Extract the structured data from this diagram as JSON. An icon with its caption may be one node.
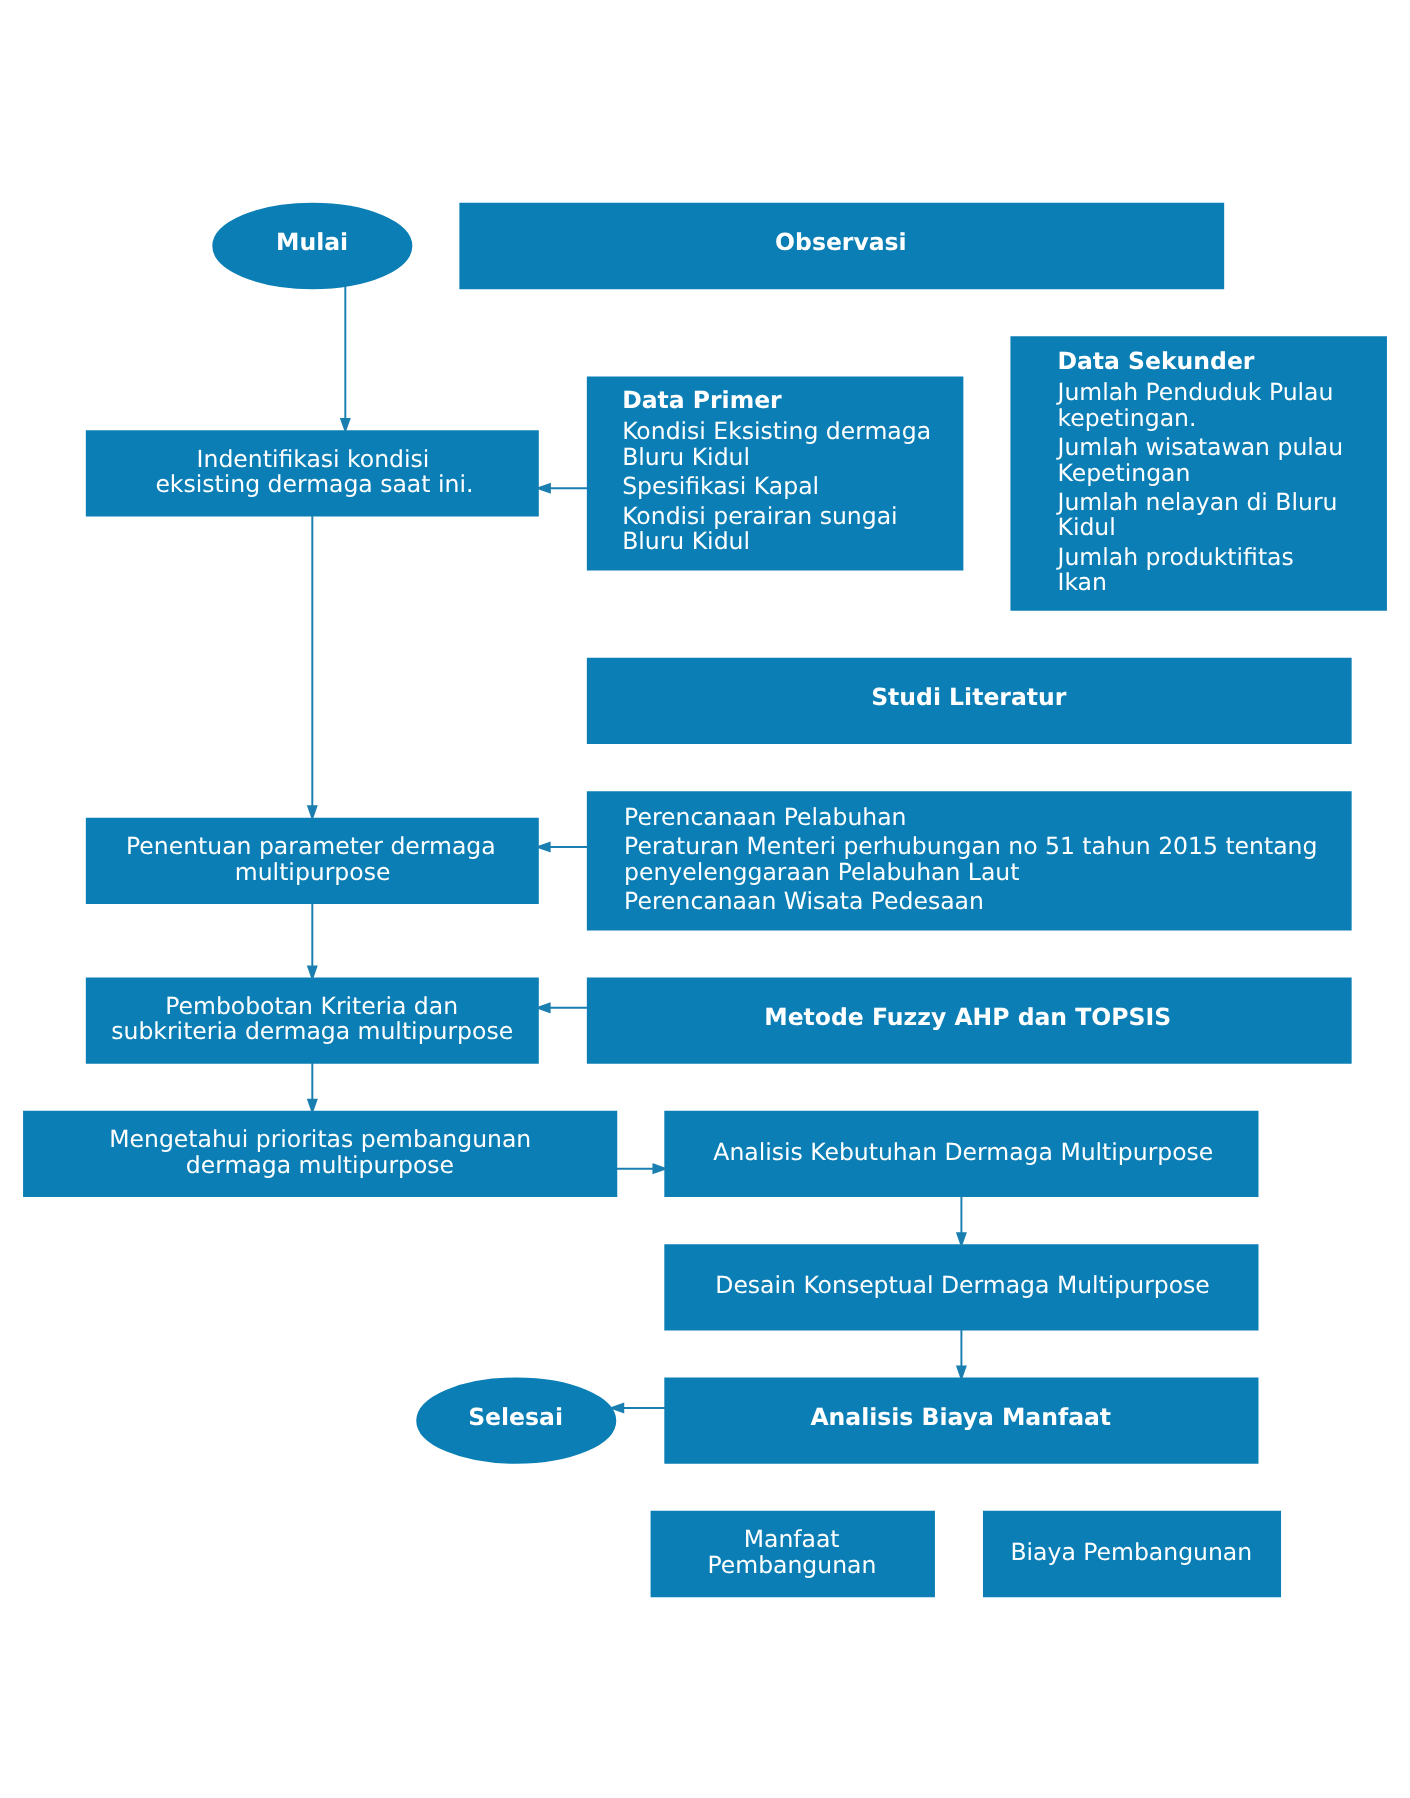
{
  "diagram": {
    "nodes": [
      {
        "text": [
          "Mulai"
        ]
      },
      {
        "text": [
          "Indentifikasi kondisi eksisting dermaga saat ini."
        ]
      },
      {
        "text": [
          "Observasi"
        ]
      },
      {
        "text": [
          "Data Primer",
          "Kondisi Eksisting dermaga Bluru Kidul",
          "Spesifikasi Kapal",
          "Kondisi perairan sungai Bluru Kidul"
        ]
      },
      {
        "text": [
          "Data Sekunder",
          "Jumlah Penduduk Pulau kepetingan.",
          "Jumlah wisatawan pulau Kepetingan",
          "Jumlah nelayan di Bluru Kidul",
          "Jumlah produktifitas Ikan"
        ]
      },
      {
        "text": [
          "Studi Literatur"
        ]
      },
      {
        "text": [
          "Perencanaan Pelabuhan",
          "Peraturan Menteri perhubungan no 51 tahun 2015 tentang penyelenggaraan Pelabuhan Laut",
          "Perencanaan Wisata Pedesaan"
        ]
      },
      {
        "text": [
          "Penentuan parameter dermaga multipurpose"
        ]
      },
      {
        "text": [
          "Metode Fuzzy AHP dan TOPSIS"
        ]
      },
      {
        "text": [
          "Pembobotan Kriteria dan subkriteria dermaga multipurpose"
        ]
      },
      {
        "text": [
          "Mengetahui prioritas pembangunan dermaga multipurpose"
        ]
      },
      {
        "text": [
          "Analisis Kebutuhan Dermaga Multipurpose"
        ]
      },
      {
        "text": [
          "Desain Konseptual Dermaga Multipurpose"
        ]
      },
      {
        "text": [
          "Analisis Biaya Manfaat"
        ]
      },
      {
        "text": [
          "Manfaat Pembangunan"
        ]
      },
      {
        "text": [
          "Biaya Pembangunan"
        ]
      },
      {
        "text": [
          "Selesai"
        ]
      }
    ],
    "edges": [
      {
        "from": 0,
        "to": 1,
        "arrow": "to"
      },
      {
        "from": 3,
        "to": 1,
        "arrow": "to"
      },
      {
        "from": 1,
        "to": 7,
        "arrow": "to"
      },
      {
        "from": 6,
        "to": 7,
        "arrow": "to"
      },
      {
        "from": 7,
        "to": 9,
        "arrow": "to"
      },
      {
        "from": 8,
        "to": 9,
        "arrow": "to"
      },
      {
        "from": 9,
        "to": 10,
        "arrow": "to"
      },
      {
        "from": 10,
        "to": 11,
        "arrow": "to"
      },
      {
        "from": 11,
        "to": 12,
        "arrow": "to"
      },
      {
        "from": 12,
        "to": 13,
        "arrow": "to"
      },
      {
        "from": 13,
        "to": 16,
        "arrow": "to"
      }
    ]
  }
}
